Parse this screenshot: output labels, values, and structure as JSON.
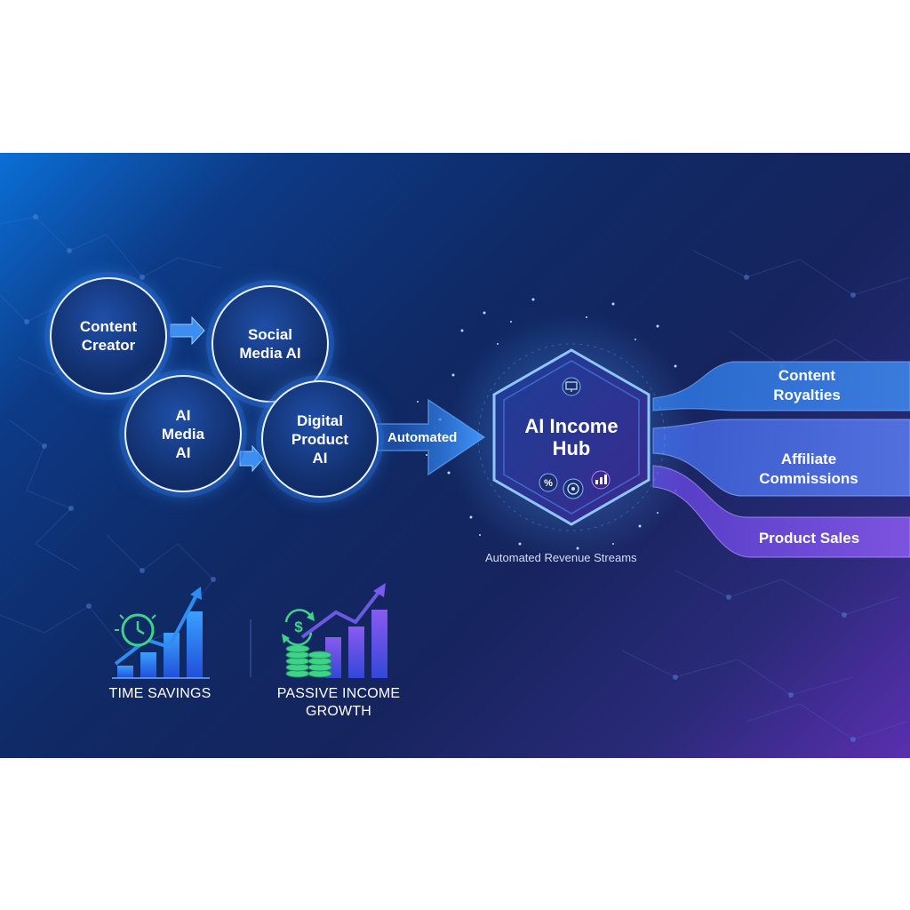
{
  "flow": {
    "nodes": [
      {
        "label": "Content\nCreator"
      },
      {
        "label": "Social\nMedia AI"
      },
      {
        "label": "AI\nMedia\nAI"
      },
      {
        "label": "Digital\nProduct\nAI"
      }
    ],
    "arrow_label": "Automated"
  },
  "hub": {
    "title": "AI Income\nHub",
    "caption": "Automated Revenue Streams",
    "icons": [
      "monitor-icon",
      "percent-icon",
      "target-icon",
      "chart-icon"
    ]
  },
  "streams": [
    {
      "label": "Content\nRoyalties"
    },
    {
      "label": "Affiliate\nCommissions"
    },
    {
      "label": "Product Sales"
    }
  ],
  "metrics": [
    {
      "label": "TIME SAVINGS",
      "icon": "clock-growth-chart-icon"
    },
    {
      "label": "PASSIVE INCOME\nGROWTH",
      "icon": "coins-growth-chart-icon"
    }
  ],
  "colors": {
    "bg_start": "#0a6fd6",
    "bg_mid": "#0f2a66",
    "bg_end": "#5a2fb0",
    "accent_blue": "#2f8cf0",
    "accent_purple": "#8a4df0",
    "accent_green": "#3fd38a"
  }
}
